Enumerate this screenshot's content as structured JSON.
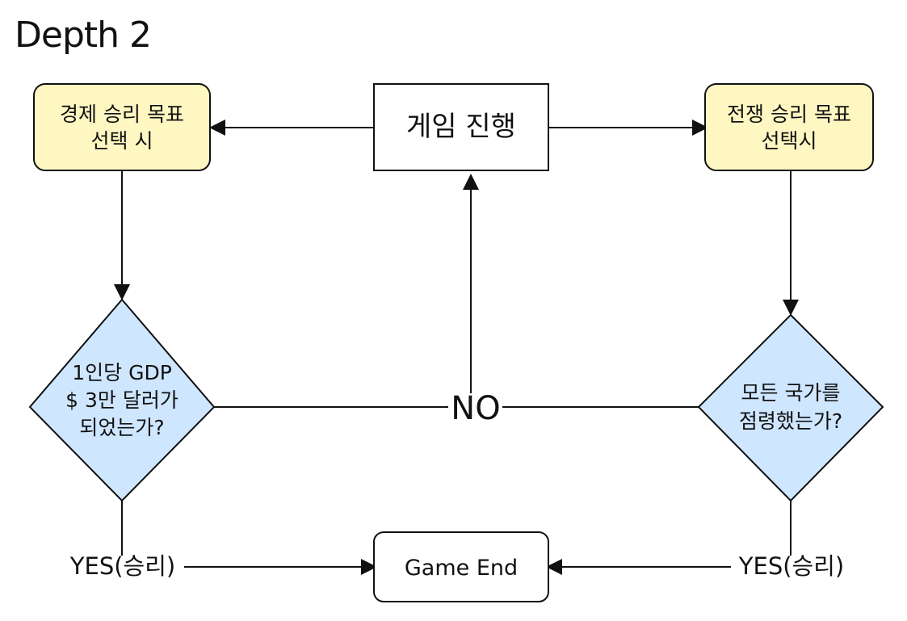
{
  "page": {
    "title": "Depth 2"
  },
  "diagram": {
    "nodes": {
      "game_progress": "게임 진행",
      "economic_goal": [
        "경제 승리 목표",
        "선택 시"
      ],
      "war_goal": [
        "전쟁 승리 목표",
        "선택시"
      ],
      "gdp_check": [
        "1인당 GDP",
        "$ 3만 달러가",
        "되었는가?"
      ],
      "conquer_check": [
        "모든 국가를",
        "점령했는가?"
      ],
      "game_end": "Game End"
    },
    "edges": {
      "no_label": "NO",
      "yes_left_label": "YES(승리)",
      "yes_right_label": "YES(승리)"
    },
    "colors": {
      "goal_fill": "#FFF7C2",
      "decision_fill": "#CFE6FF",
      "stroke": "#111111",
      "plain_fill": "#FFFFFF"
    }
  }
}
